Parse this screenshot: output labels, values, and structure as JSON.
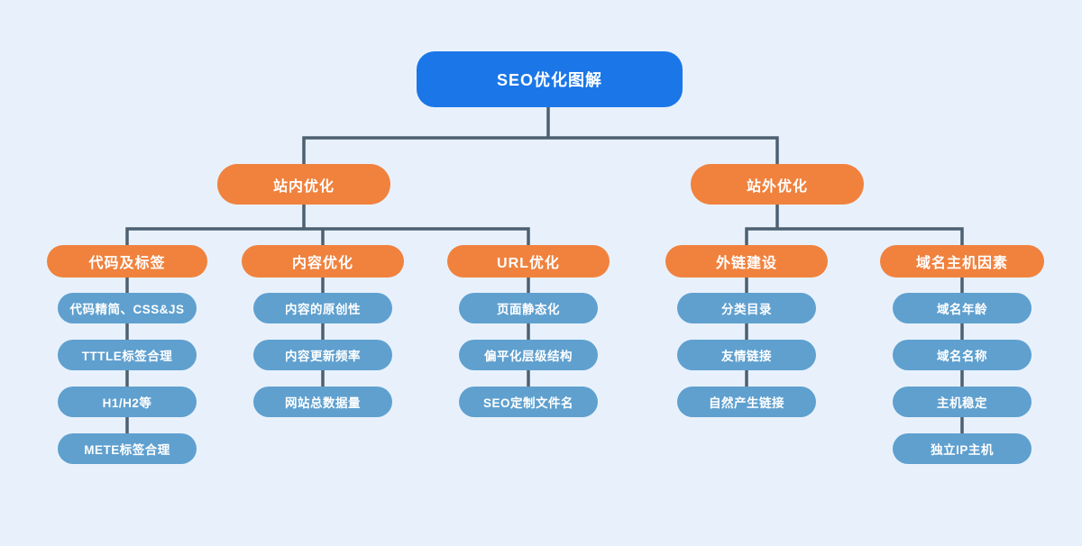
{
  "diagram": {
    "root": {
      "label": "SEO优化图解"
    },
    "branches": [
      {
        "label": "站内优化",
        "groups": [
          {
            "label": "代码及标签",
            "items": [
              "代码精简、CSS&JS",
              "TTTLE标签合理",
              "H1/H2等",
              "METE标签合理"
            ]
          },
          {
            "label": "内容优化",
            "items": [
              "内容的原创性",
              "内容更新频率",
              "网站总数据量"
            ]
          },
          {
            "label": "URL优化",
            "items": [
              "页面静态化",
              "偏平化层级结构",
              "SEO定制文件名"
            ]
          }
        ]
      },
      {
        "label": "站外优化",
        "groups": [
          {
            "label": "外链建设",
            "items": [
              "分类目录",
              "友情链接",
              "自然产生链接"
            ]
          },
          {
            "label": "域名主机因素",
            "items": [
              "域名年龄",
              "域名名称",
              "主机稳定",
              "独立IP主机"
            ]
          }
        ]
      }
    ],
    "colors": {
      "background": "#e8f1fb",
      "root_node": "#1b76e8",
      "branch_node": "#f0823e",
      "group_node": "#f0823e",
      "item_node": "#5fa0cf",
      "connector": "#4d6071",
      "node_text": "#ffffff"
    }
  }
}
